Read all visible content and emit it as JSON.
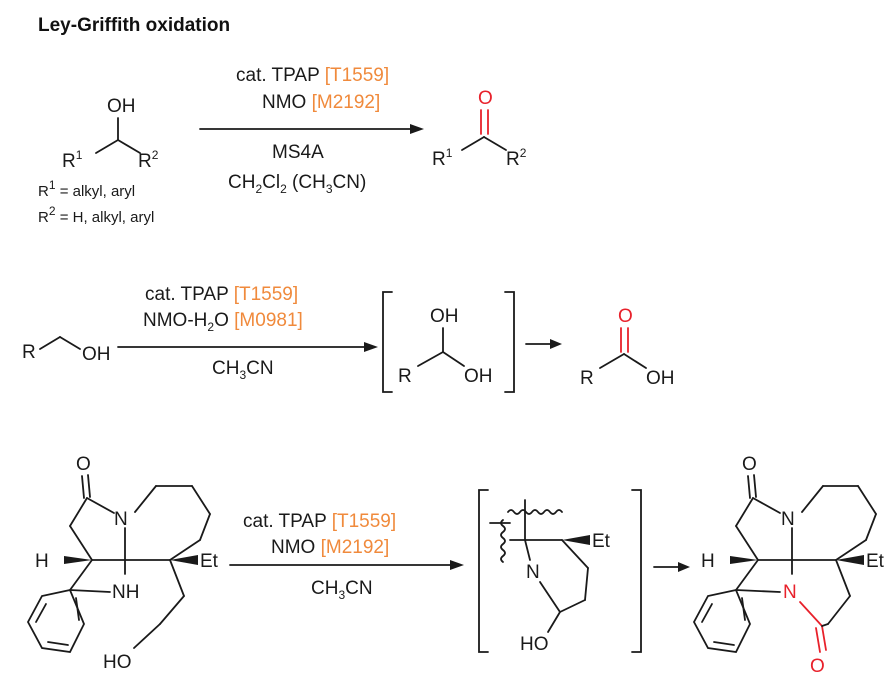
{
  "title": "Ley-Griffith oxidation",
  "colors": {
    "code": "#f08a3c",
    "highlight": "#e8212b",
    "ink": "#1a1a1a"
  },
  "reaction1": {
    "reagent1": "cat. TPAP",
    "reagent1_code": "[T1559]",
    "reagent2": "NMO",
    "reagent2_code": "[M2192]",
    "reagent3": "MS4A",
    "solvent": "CH",
    "solvent_2": "2",
    "solvent_cl": "Cl",
    "solvent_2b": "2",
    "solvent_alt": " (CH",
    "solvent_alt_3": "3",
    "solvent_alt_end": "CN)",
    "sm_oh": "OH",
    "r": "R",
    "sup1": "1",
    "sup2": "2",
    "prod_o": "O",
    "note1_r": "R",
    "note1_sup": "1",
    "note1_text": " = alkyl, aryl",
    "note2_r": "R",
    "note2_sup": "2",
    "note2_text": " = H, alkyl, aryl"
  },
  "reaction2": {
    "reagent1": "cat. TPAP",
    "reagent1_code": "[T1559]",
    "reagent2": "NMO-H",
    "reagent2_sub": "2",
    "reagent2_o": "O",
    "reagent2_code": "[M0981]",
    "solvent": "CH",
    "solvent_sub": "3",
    "solvent_end": "CN",
    "sm_r": "R",
    "sm_oh": "OH",
    "int_oh_top": "OH",
    "int_r": "R",
    "int_oh": "OH",
    "prod_o": "O",
    "prod_r": "R",
    "prod_oh": "OH"
  },
  "reaction3": {
    "reagent1": "cat. TPAP",
    "reagent1_code": "[T1559]",
    "reagent2": "NMO",
    "reagent2_code": "[M2192]",
    "solvent": "CH",
    "solvent_sub": "3",
    "solvent_end": "CN",
    "sm_o": "O",
    "sm_n": "N",
    "sm_h": "H",
    "sm_et": "Et",
    "sm_nh": "NH",
    "sm_ho": "HO",
    "int_et": "Et",
    "int_n": "N",
    "int_ho": "HO",
    "prod_o_top": "O",
    "prod_n_top": "N",
    "prod_h": "H",
    "prod_et": "Et",
    "prod_n": "N",
    "prod_o": "O"
  }
}
